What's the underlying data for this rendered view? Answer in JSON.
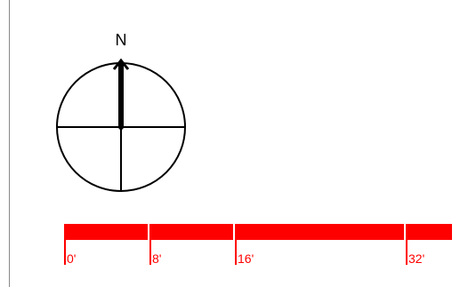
{
  "north_arrow": {
    "label": "N",
    "stroke_color": "#000000"
  },
  "scale_bar": {
    "color": "#ff0000",
    "unit": "feet",
    "ticks": [
      {
        "value": 0,
        "label": "0'"
      },
      {
        "value": 8,
        "label": "8'"
      },
      {
        "value": 16,
        "label": "16'"
      },
      {
        "value": 32,
        "label": "32'"
      }
    ]
  }
}
